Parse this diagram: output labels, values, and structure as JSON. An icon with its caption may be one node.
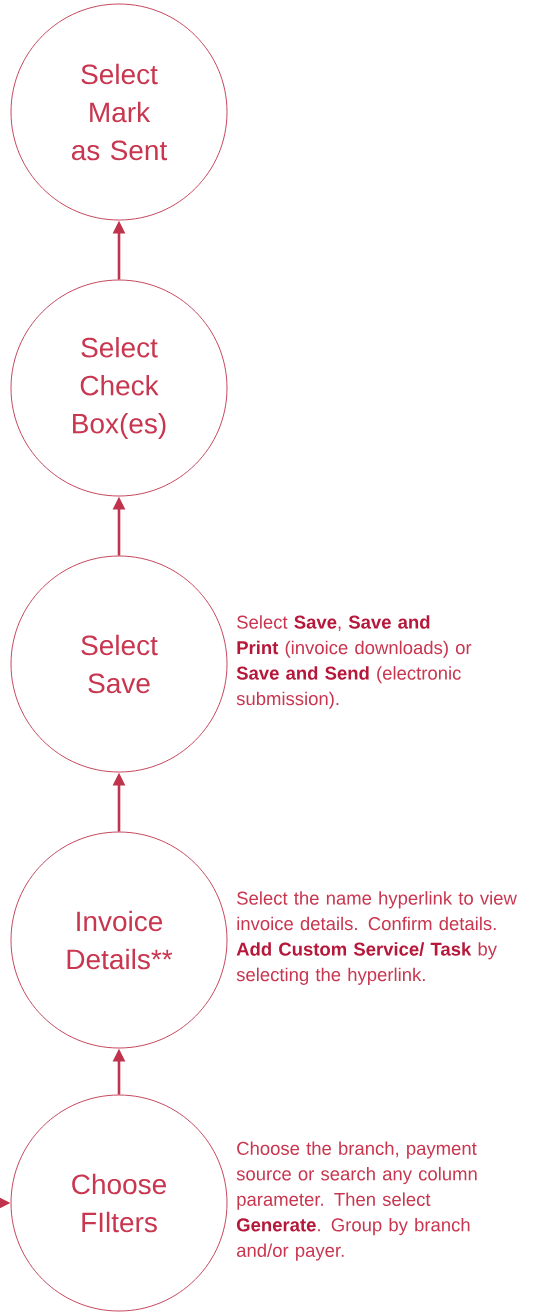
{
  "diagram": {
    "nodes": [
      {
        "text": [
          "Select Mark as Sent"
        ]
      },
      {
        "text": [
          "Select Check Box(es)"
        ]
      },
      {
        "text": [
          "Select Save"
        ],
        "beside": [
          "Select **Save**, **Save and Print** (invoice downloads) or **Save and Send** (electronic submission)."
        ]
      },
      {
        "text": [
          "Invoice Details**"
        ],
        "beside": [
          "Select the name hyperlink to view invoice details. Confirm details. **Add Custom Service/ Task** by selecting the hyperlink."
        ]
      },
      {
        "text": [
          "Choose FIlters"
        ],
        "beside": [
          "Choose the branch, payment source or search any column parameter. Then select **Generate**. Group by branch and/or payer."
        ]
      }
    ],
    "edges": [
      {
        "from": 4,
        "to": 3,
        "arrow": "to"
      },
      {
        "from": 3,
        "to": 2,
        "arrow": "to"
      },
      {
        "from": 2,
        "to": 1,
        "arrow": "to"
      },
      {
        "from": 1,
        "to": 0,
        "arrow": "to"
      },
      {
        "from": null,
        "to": 4,
        "arrow": "to"
      }
    ]
  }
}
